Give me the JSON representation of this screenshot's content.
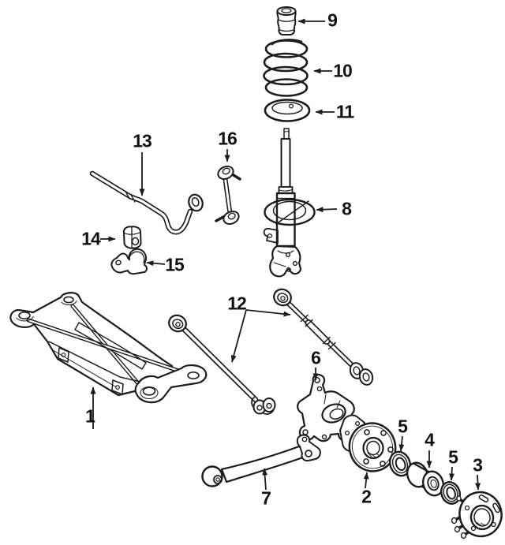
{
  "diagram": {
    "kind": "exploded-parts-diagram",
    "subject": "rear suspension components",
    "background_color": "#ffffff",
    "line_color": "#1c1c1c",
    "label_color": "#111111"
  },
  "callouts": [
    {
      "text": "9",
      "part": "strut-bumper"
    },
    {
      "text": "10",
      "part": "coil-spring"
    },
    {
      "text": "11",
      "part": "spring-insulator"
    },
    {
      "text": "8",
      "part": "strut"
    },
    {
      "text": "16",
      "part": "stabilizer-link"
    },
    {
      "text": "13",
      "part": "stabilizer-bar"
    },
    {
      "text": "14",
      "part": "stabilizer-bushing"
    },
    {
      "text": "15",
      "part": "stabilizer-bracket"
    },
    {
      "text": "12",
      "part": "lateral-arms"
    },
    {
      "text": "1",
      "part": "suspension-crossmember"
    },
    {
      "text": "6",
      "part": "knuckle"
    },
    {
      "text": "7",
      "part": "trailing-arm"
    },
    {
      "text": "2",
      "part": "hub-and-bearing-assembly"
    },
    {
      "text": "5",
      "part": "seal-inner"
    },
    {
      "text": "4",
      "part": "bearing"
    },
    {
      "text": "5",
      "part": "seal-outer"
    },
    {
      "text": "3",
      "part": "hub"
    }
  ]
}
